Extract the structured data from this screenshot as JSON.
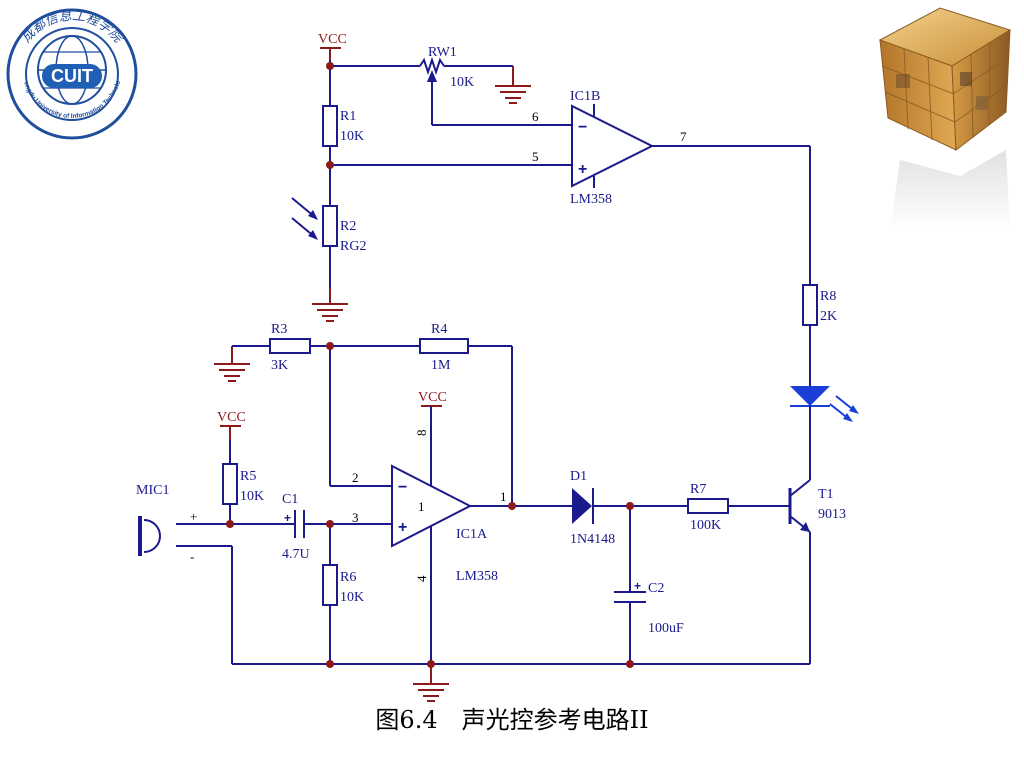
{
  "logo": {
    "abbr": "CUIT",
    "text": "Chengdu University of Information Technology",
    "chinese": "成都信息工程学院",
    "colors": {
      "ring": "#1f4e9c",
      "badge": "#1f5fb5"
    }
  },
  "caption": "图6.4　声光控参考电路II",
  "colors": {
    "wire": "#1a1a8c",
    "power": "#8b1a1a",
    "node": "#8b1a1a",
    "led": "#1a3fd6"
  },
  "components": {
    "vcc_top": "VCC",
    "vcc_mid": "VCC",
    "vcc_left": "VCC",
    "rw1": {
      "ref": "RW1",
      "value": "10K"
    },
    "r1": {
      "ref": "R1",
      "value": "10K"
    },
    "r2": {
      "ref": "R2",
      "value": "RG2"
    },
    "r3": {
      "ref": "R3",
      "value": "3K"
    },
    "r4": {
      "ref": "R4",
      "value": "1M"
    },
    "r5": {
      "ref": "R5",
      "value": "10K"
    },
    "r6": {
      "ref": "R6",
      "value": "10K"
    },
    "r7": {
      "ref": "R7",
      "value": "100K"
    },
    "r8": {
      "ref": "R8",
      "value": "2K"
    },
    "c1": {
      "ref": "C1",
      "value": "4.7U"
    },
    "c2": {
      "ref": "C2",
      "value": "100uF"
    },
    "d1": {
      "ref": "D1",
      "value": "1N4148"
    },
    "t1": {
      "ref": "T1",
      "value": "9013"
    },
    "mic": {
      "ref": "MIC1",
      "plus": "+",
      "minus": "-"
    },
    "ic1b": {
      "ref": "IC1B",
      "part": "LM358",
      "pin_inv": "6",
      "pin_noninv": "5",
      "pin_out": "7",
      "minus": "−",
      "plus": "+"
    },
    "ic1a": {
      "ref": "IC1A",
      "part": "LM358",
      "pin_inv": "2",
      "pin_noninv": "3",
      "pin_out": "1",
      "pin_inner": "1",
      "pin_vcc": "8",
      "pin_gnd": "4",
      "minus": "−",
      "plus": "+"
    }
  }
}
